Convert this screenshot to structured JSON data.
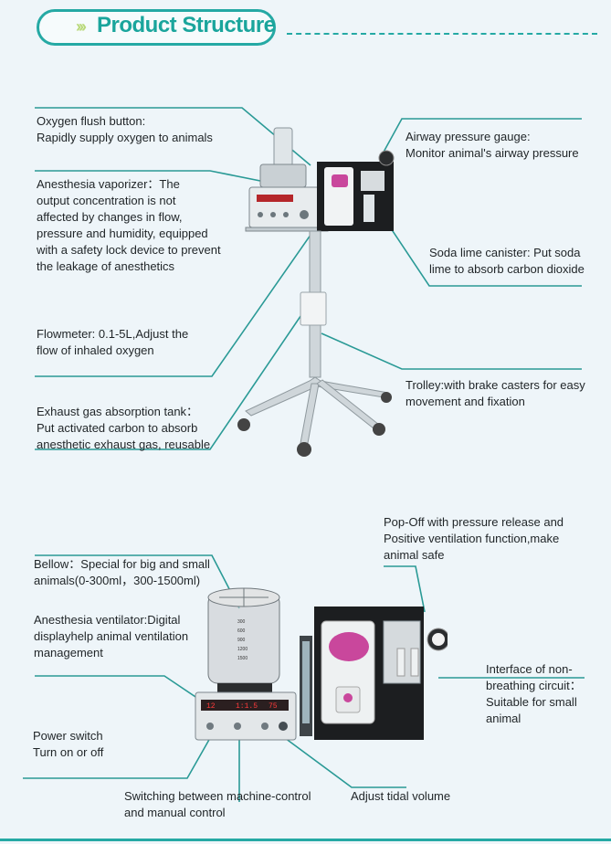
{
  "header": {
    "title": "Product Structure"
  },
  "top_section": {
    "labels": {
      "oxygen_flush": "Oxygen flush button:\nRapidly supply oxygen to animals",
      "vaporizer": "Anesthesia vaporizer：The\noutput concentration is not\naffected by changes in flow,\npressure and humidity, equipped\nwith a safety lock device to prevent\nthe leakage of anesthetics",
      "flowmeter": "Flowmeter: 0.1-5L,Adjust the\nflow of inhaled oxygen",
      "exhaust": "Exhaust gas absorption tank：\nPut activated carbon to absorb\nanesthetic exhaust gas, reusable",
      "airway_gauge": "Airway pressure gauge:\nMonitor animal's airway pressure",
      "soda_lime": "Soda lime canister: Put soda\nlime to absorb carbon dioxide",
      "trolley": "Trolley:with brake casters for easy\nmovement and  fixation"
    }
  },
  "bottom_section": {
    "labels": {
      "bellow": "Bellow：Special for big and small\nanimals(0-300ml，300-1500ml)",
      "ventilator": "Anesthesia ventilator:Digital\ndisplayhelp animal ventilation\nmanagement",
      "power": "Power switch\nTurn on or off",
      "switching": "Switching between machine-control\nand manual control",
      "tidal": "Adjust tidal volume",
      "popoff": "Pop-Off with pressure release and\nPositive ventilation function,make\nanimal safe",
      "interface": "Interface of non-\nbreathing circuit：\nSuitable for small\nanimal"
    },
    "bellow_scale": [
      "300",
      "600",
      "900",
      "1200",
      "1500"
    ],
    "display_digits": [
      "12",
      "1:1.5",
      "75"
    ]
  },
  "colors": {
    "accent": "#25a9a4",
    "line": "#2a9a96",
    "background": "#eef5f9"
  }
}
